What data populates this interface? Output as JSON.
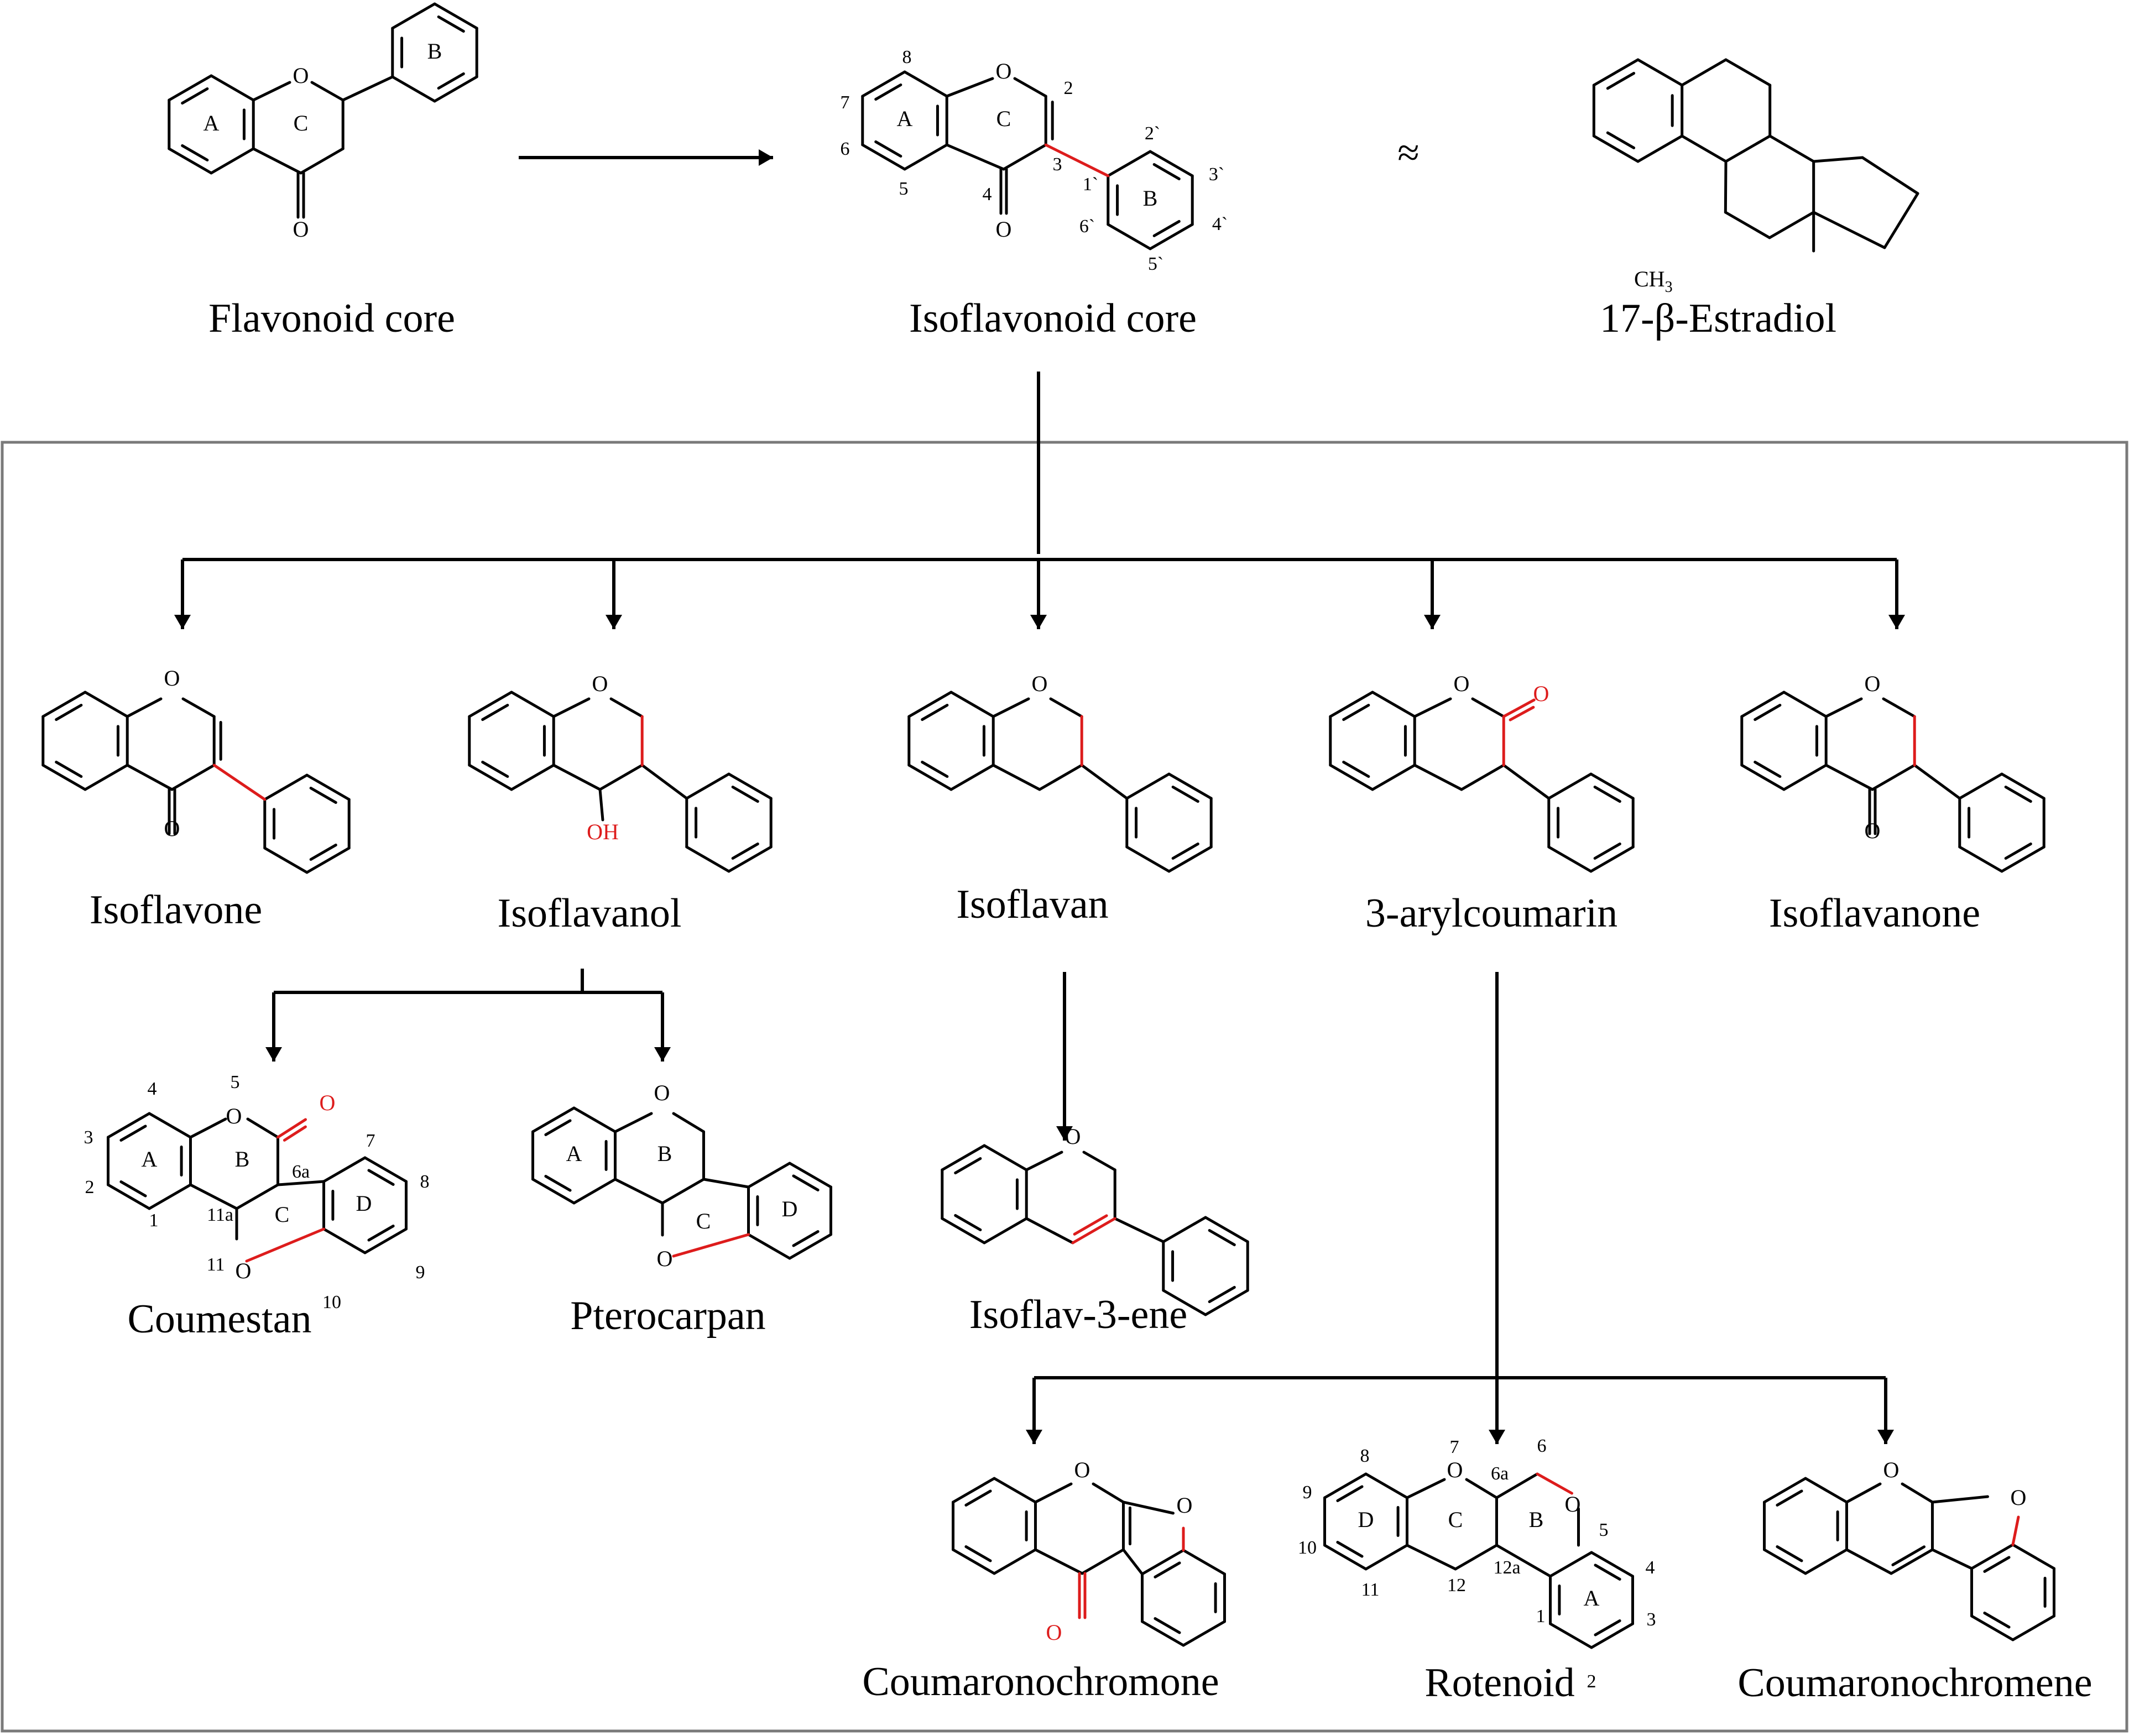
{
  "colors": {
    "bond": "#000000",
    "highlight": "#dd1c1c",
    "frame": "#7a7a7a"
  },
  "structures": {
    "flavonoid_core": {
      "name": "Flavonoid core",
      "atoms": {
        "o1": "O",
        "o2": "O"
      },
      "rings": {
        "a": "A",
        "b": "B",
        "c": "C"
      }
    },
    "isoflavonoid_core": {
      "name": "Isoflavonoid core",
      "atoms": {
        "o1": "O",
        "o2": "O"
      },
      "rings": {
        "a": "A",
        "b": "B",
        "c": "C"
      },
      "numbers": {
        "n2": "2",
        "n3": "3",
        "n4": "4",
        "n5": "5",
        "n6": "6",
        "n7": "7",
        "n8": "8",
        "p1": "1`",
        "p2": "2`",
        "p3": "3`",
        "p4": "4`",
        "p5": "5`",
        "p6": "6`"
      }
    },
    "approx_symbol": "≈",
    "estradiol": {
      "name": "17-β-Estradiol",
      "methyl": "CH",
      "methyl_sub": "3"
    },
    "isoflavone": {
      "name": "Isoflavone",
      "atoms": {
        "o1": "O",
        "o2": "O"
      }
    },
    "isoflavanol": {
      "name": "Isoflavanol",
      "atoms": {
        "o1": "O",
        "oh": "OH"
      }
    },
    "isoflavan": {
      "name": "Isoflavan",
      "atoms": {
        "o1": "O"
      }
    },
    "arylcoumarin": {
      "name": "3-arylcoumarin",
      "atoms": {
        "o1": "O",
        "o2": "O"
      }
    },
    "isoflavanone": {
      "name": "Isoflavanone",
      "atoms": {
        "o1": "O",
        "o2": "O"
      }
    },
    "coumestan": {
      "name": "Coumestan",
      "atoms": {
        "o1": "O",
        "o2": "O",
        "o3": "O"
      },
      "rings": {
        "a": "A",
        "b": "B",
        "c": "C",
        "d": "D"
      },
      "numbers": {
        "n1": "1",
        "n2": "2",
        "n3": "3",
        "n4": "4",
        "n5": "5",
        "n6a": "6a",
        "n7": "7",
        "n8": "8",
        "n9": "9",
        "n10": "10",
        "n11": "11",
        "n11a": "11a"
      }
    },
    "pterocarpan": {
      "name": "Pterocarpan",
      "atoms": {
        "o1": "O",
        "o2": "O"
      },
      "rings": {
        "a": "A",
        "b": "B",
        "c": "C",
        "d": "D"
      }
    },
    "isoflav3ene": {
      "name": "Isoflav-3-ene",
      "atoms": {
        "o1": "O"
      }
    },
    "coumaronochromone": {
      "name": "Coumaronochromone",
      "atoms": {
        "o1": "O",
        "o2": "O",
        "o3": "O"
      }
    },
    "rotenoid": {
      "name": "Rotenoid",
      "atoms": {
        "o1": "O",
        "o2": "O"
      },
      "rings": {
        "a": "A",
        "b": "B",
        "c": "C",
        "d": "D"
      },
      "numbers": {
        "n1": "1",
        "n2": "2",
        "n3": "3",
        "n4": "4",
        "n5": "5",
        "n6": "6",
        "n6a": "6a",
        "n7": "7",
        "n8": "8",
        "n9": "9",
        "n10": "10",
        "n11": "11",
        "n12": "12",
        "n12a": "12a"
      }
    },
    "coumaronochromene": {
      "name": "Coumaronochromene",
      "atoms": {
        "o1": "O",
        "o2": "O"
      }
    }
  }
}
